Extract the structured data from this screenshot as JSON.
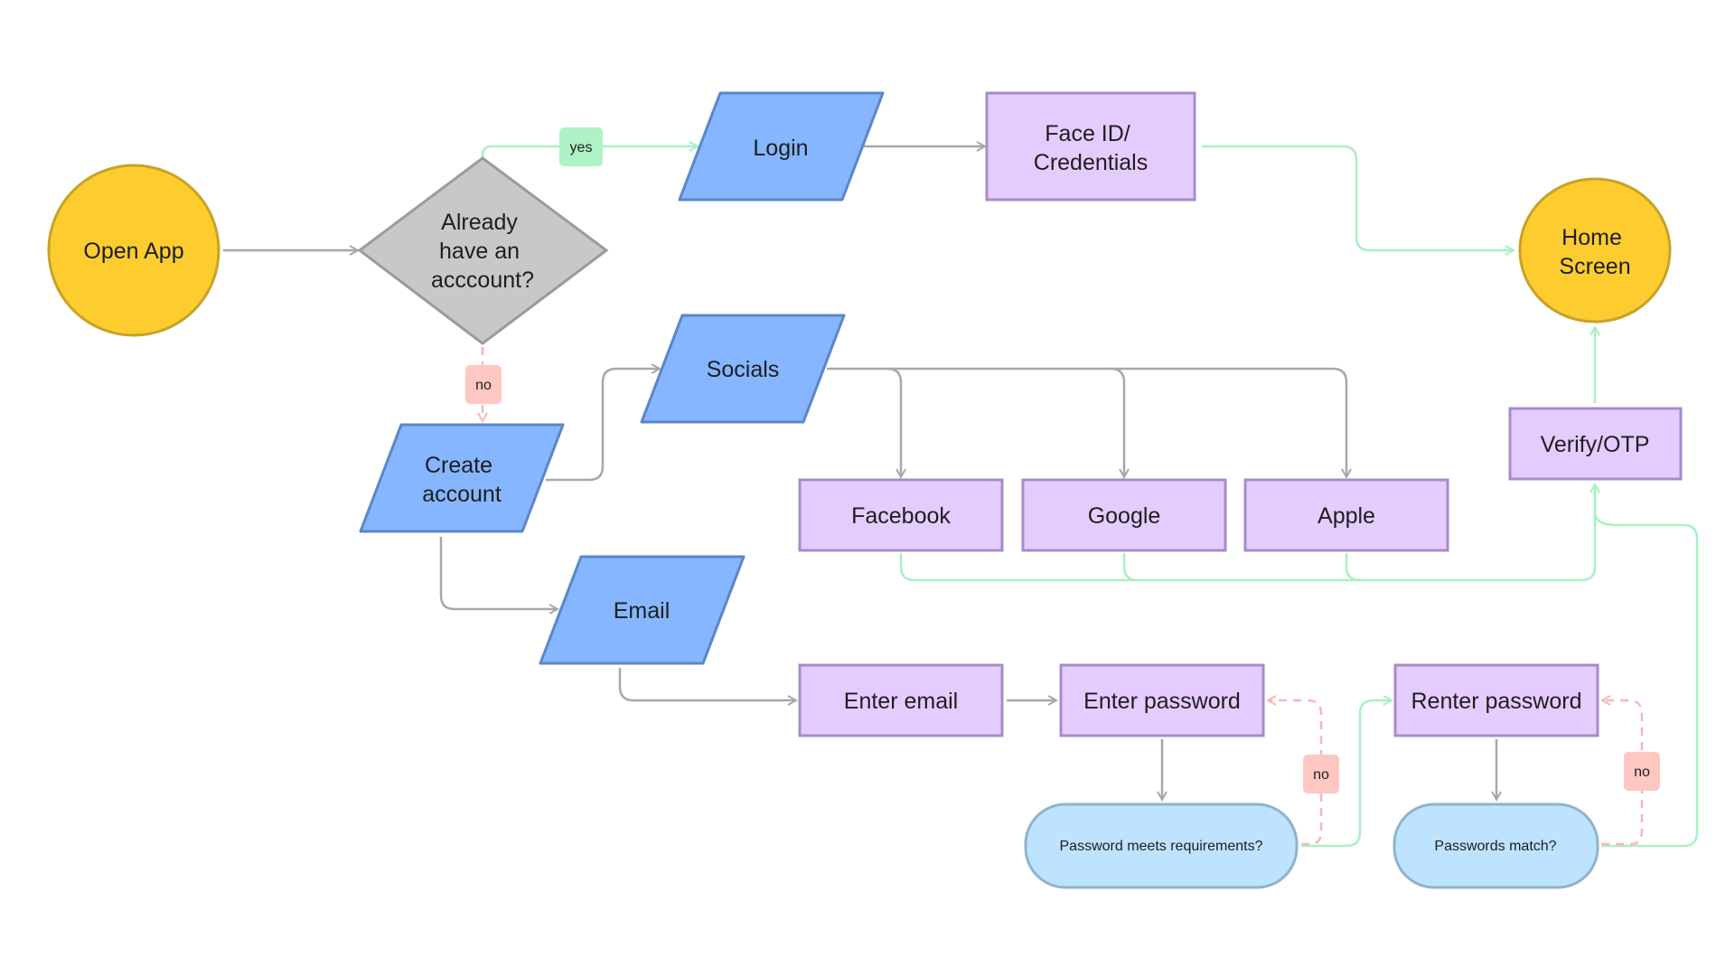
{
  "colors": {
    "circle_fill": "#FDCD2F",
    "circle_stroke": "#C9A227",
    "diamond_fill": "#C8C8C8",
    "diamond_stroke": "#9B9B9B",
    "para_fill": "#85B6FF",
    "para_stroke": "#5B86C9",
    "rect_fill": "#E4CCFF",
    "rect_stroke": "#A78BC9",
    "pill_fill": "#BEE3FF",
    "pill_stroke": "#8FB3CC",
    "edge_gray": "#A8A8A8",
    "edge_green": "#A9F0C5",
    "edge_pink": "#F9B6B4",
    "tag_yes": "#AEF2C6",
    "tag_no": "#FFC7C2"
  },
  "nodes": {
    "open_app": "Open App",
    "decision": [
      "Already",
      "have an",
      "acccount?"
    ],
    "login": "Login",
    "face_id": [
      "Face ID/",
      "Credentials"
    ],
    "home": [
      "Home",
      "Screen"
    ],
    "socials": "Socials",
    "create_account": [
      "Create",
      "account"
    ],
    "email": "Email",
    "facebook": "Facebook",
    "google": "Google",
    "apple": "Apple",
    "verify": "Verify/OTP",
    "enter_email": "Enter email",
    "enter_password": "Enter password",
    "renter_password": "Renter password",
    "pw_req": "Password meets requirements?",
    "pw_match": "Passwords match?"
  },
  "tags": {
    "yes": "yes",
    "no_account": "no",
    "no_requirements": "no",
    "no_match": "no"
  }
}
